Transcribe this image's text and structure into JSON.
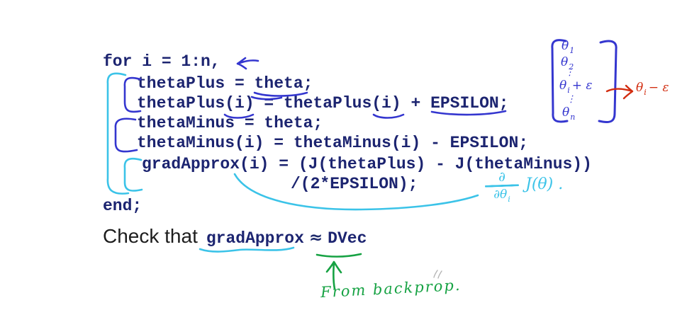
{
  "code": {
    "lines": [
      "for i = 1:n,",
      "thetaPlus = theta;",
      "thetaPlus(i) = thetaPlus(i) + EPSILON;",
      "thetaMinus = theta;",
      "thetaMinus(i) = thetaMinus(i) - EPSILON;",
      "gradApprox(i) = (J(thetaPlus) - J(thetaMinus))",
      "/(2*EPSILON);",
      "end;"
    ]
  },
  "check": {
    "prefix": "Check that",
    "gradapprox": "gradApprox",
    "approx": "≈",
    "dvec": "DVec"
  },
  "vector": {
    "e1_main": "θ",
    "e1_sub": "1",
    "e2_main": "θ",
    "e2_sub": "2",
    "dots": "⋮",
    "ei_main": "θ",
    "ei_sub": "i",
    "ei_suffix": "+ ε",
    "dots2": "⋮",
    "en_main": "θ",
    "en_sub": "n"
  },
  "red_note": {
    "main": "θ",
    "sub": "i",
    "suffix": "− ε"
  },
  "derivative": {
    "num": "∂",
    "den_main": "∂θ",
    "den_sub": "i",
    "rhs": "J(θ) ."
  },
  "green_note": "From backprop.",
  "icons": [
    "left-arrow-icon",
    "right-arrow-icon",
    "up-arrow-icon",
    "stray-mark"
  ],
  "colors": {
    "background": "#ffffff",
    "code_text": "#1c2470",
    "body_text": "#1d1d1d",
    "pen_blue": "#3436cf",
    "pen_cyan": "#3bc3e8",
    "pen_green": "#16a243",
    "pen_red": "#d22d10"
  }
}
